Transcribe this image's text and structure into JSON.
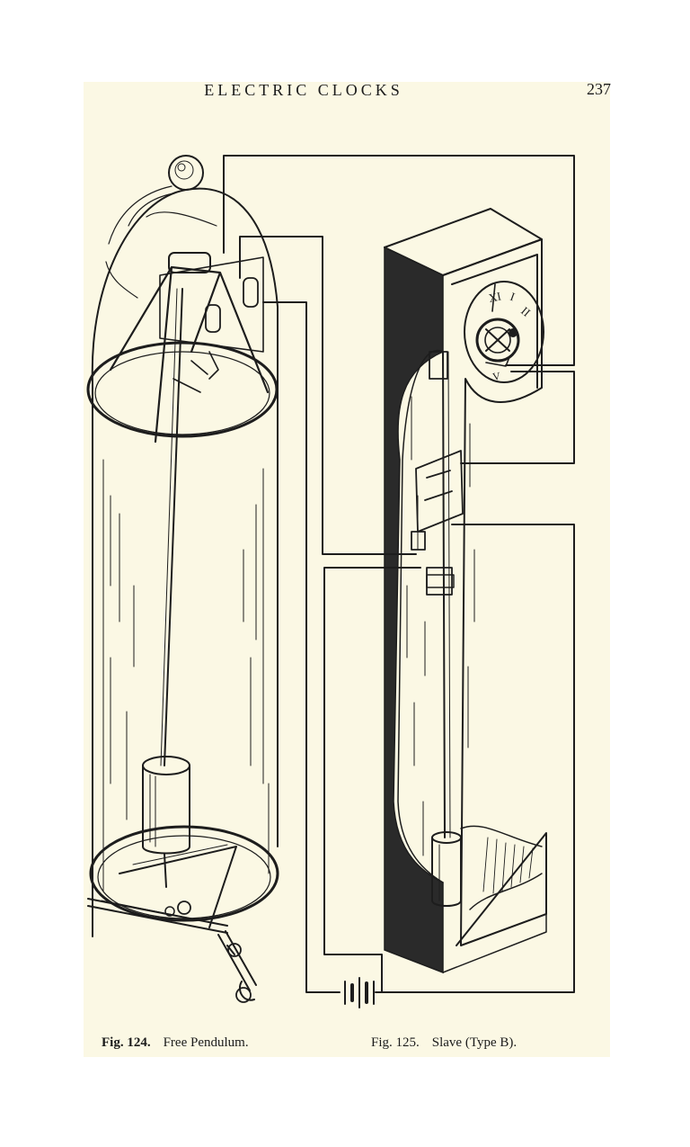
{
  "header": {
    "running_title": "ELECTRIC CLOCKS",
    "page_number": "237"
  },
  "figures": [
    {
      "label": "Fig. 124.",
      "caption": "Free Pendulum."
    },
    {
      "label": "Fig. 125.",
      "caption": "Slave (Type B)."
    }
  ],
  "clock_face": {
    "numerals": [
      "XI",
      "I",
      "II",
      "V"
    ]
  }
}
